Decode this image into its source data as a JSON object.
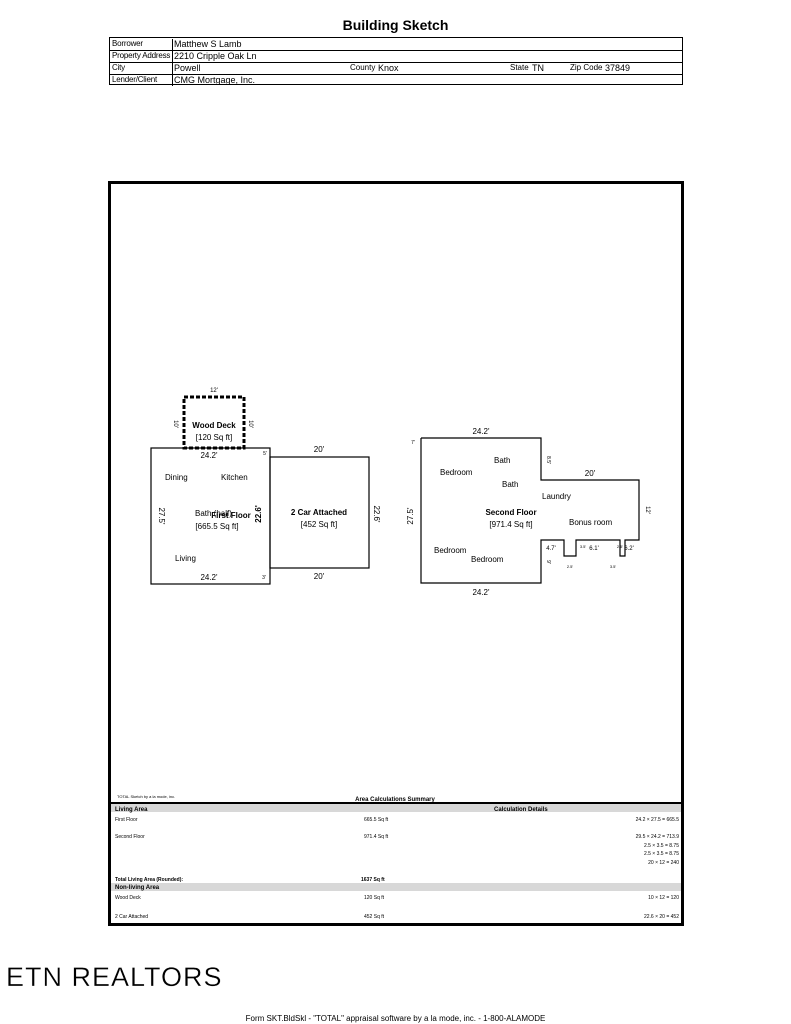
{
  "title": "Building Sketch",
  "header": {
    "borrower_label": "Borrower",
    "borrower": "Matthew S Lamb",
    "address_label": "Property Address",
    "address": "2210 Cripple Oak Ln",
    "city_label": "City",
    "city": "Powell",
    "county_label": "County",
    "county": "Knox",
    "state_label": "State",
    "state": "TN",
    "zip_label": "Zip Code",
    "zip": "37849",
    "lender_label": "Lender/Client",
    "lender": "CMG Mortgage, Inc."
  },
  "sketch": {
    "deck": {
      "name": "Wood Deck",
      "area": "[120 Sq ft]",
      "top": "12'",
      "left": "10'",
      "right": "10'"
    },
    "first_floor": {
      "name": "First Floor",
      "area": "[665.5 Sq ft]",
      "top": "24.2'",
      "bottom": "24.2'",
      "left": "27.5'",
      "right": "22.6'",
      "top_small": "5'",
      "bottom_small": "3'",
      "rooms": [
        "Dining",
        "Kitchen",
        "Bath (half)",
        "Living"
      ]
    },
    "garage": {
      "name": "2 Car Attached",
      "area": "[452 Sq ft]",
      "top": "20'",
      "bottom": "20'",
      "right": "22.6'"
    },
    "second_floor": {
      "name": "Second Floor",
      "area": "[971.4 Sq ft]",
      "top": "24.2'",
      "bottom": "24.2'",
      "left": "27.5'",
      "right": "12'",
      "mid_top": "20'",
      "notch": "8.5'",
      "left_small": "7'",
      "lower_inner": "9'",
      "bump1": "4.7'",
      "bump2": "6.1'",
      "bump3": "6.2'",
      "bump_width": "2.5'",
      "bump_depth1": "3.5'",
      "bump_depth2": "3.5'",
      "bump_depth3": "2.5'",
      "rooms": [
        "Bedroom",
        "Bath",
        "Bath",
        "Laundry",
        "Bonus room",
        "Bedroom",
        "Bedroom"
      ]
    }
  },
  "summary": {
    "credit": "TOTAL Sketch by a la mode, inc.",
    "title": "Area Calculations Summary",
    "living_header": "Living Area",
    "calc_header": "Calculation Details",
    "rows": [
      {
        "label": "First Floor",
        "area": "665.5 Sq ft",
        "calc": [
          "24.2 × 27.5  =  665.5"
        ]
      },
      {
        "label": "Second Floor",
        "area": "971.4 Sq ft",
        "calc": [
          "29.5 × 24.2  =  713.9",
          "2.5 × 3.5    =    8.75",
          "2.5 × 3.5    =    8.75",
          "20 × 12      =      240"
        ]
      }
    ],
    "total_label": "Total Living Area (Rounded):",
    "total": "1637 Sq ft",
    "nonliving_header": "Non-living Area",
    "nonliving": [
      {
        "label": "Wood Deck",
        "area": "120 Sq ft",
        "calc": "10 × 12      =      120"
      },
      {
        "label": "2 Car Attached",
        "area": "452 Sq ft",
        "calc": "22.6 × 20   =    452"
      }
    ]
  },
  "brand": "ETN REALTORS",
  "footer": "Form SKT.BldSkl - \"TOTAL\" appraisal software by a la mode, inc. - 1-800-ALAMODE"
}
